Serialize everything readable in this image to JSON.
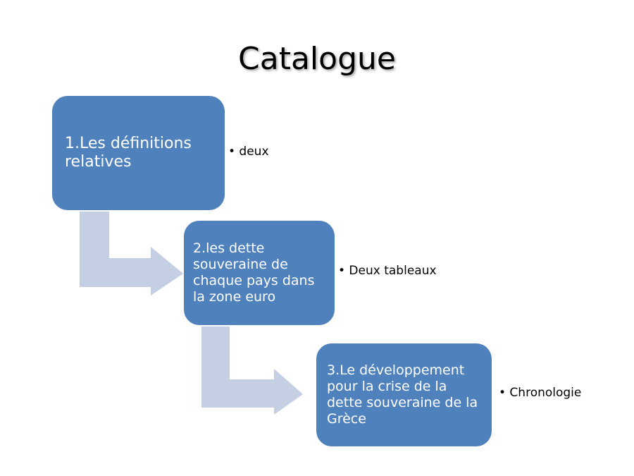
{
  "title": "Catalogue",
  "colors": {
    "box_fill": "#4f81bd",
    "arrow_fill": "#c5cfe3",
    "box_text": "#ffffff"
  },
  "steps": [
    {
      "label": "1.Les définitions relatives",
      "detail": "• deux"
    },
    {
      "label": "2.les dette souveraine de chaque pays dans la zone euro",
      "detail": "• Deux tableaux"
    },
    {
      "label": "3.Le développement pour la crise de la dette souveraine de la Grèce",
      "detail": "• Chronologie"
    }
  ]
}
